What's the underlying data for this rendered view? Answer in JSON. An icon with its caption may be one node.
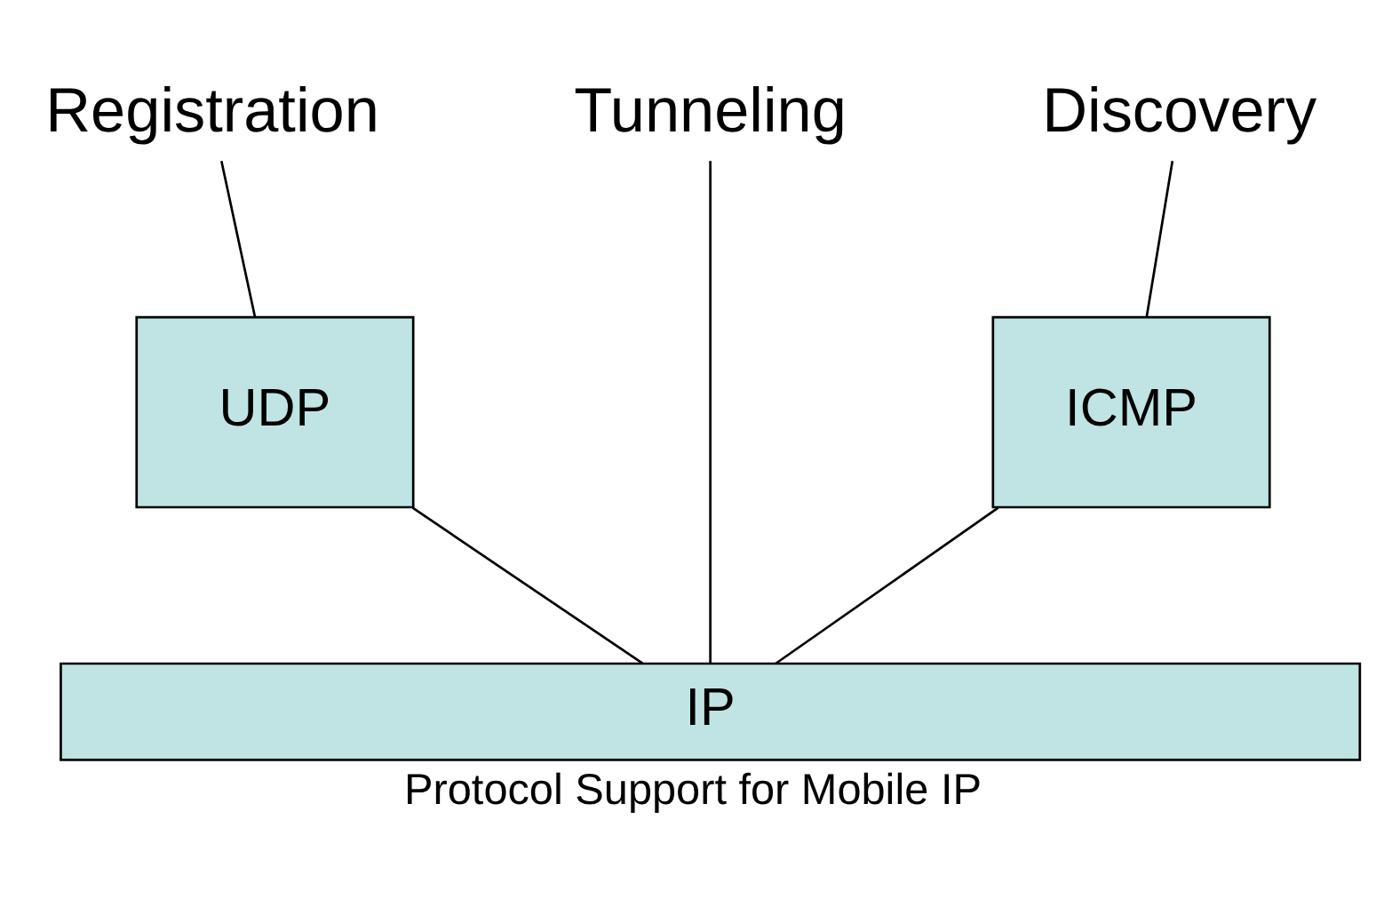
{
  "diagram": {
    "caption": "Protocol Support for Mobile IP",
    "nodes": [
      {
        "text": [
          "Registration"
        ]
      },
      {
        "text": [
          "Discovery"
        ]
      },
      {
        "text": [
          "Tunneling"
        ]
      },
      {
        "text": [
          "UDP"
        ]
      },
      {
        "text": [
          "ICMP"
        ]
      },
      {
        "text": [
          "IP"
        ]
      }
    ],
    "edges": [
      {
        "from": 0,
        "to": 3,
        "arrow": "none"
      },
      {
        "from": 1,
        "to": 4,
        "arrow": "none"
      },
      {
        "from": 3,
        "to": 5,
        "arrow": "none"
      },
      {
        "from": 4,
        "to": 5,
        "arrow": "none"
      },
      {
        "from": 2,
        "to": 5,
        "arrow": "none"
      }
    ]
  }
}
